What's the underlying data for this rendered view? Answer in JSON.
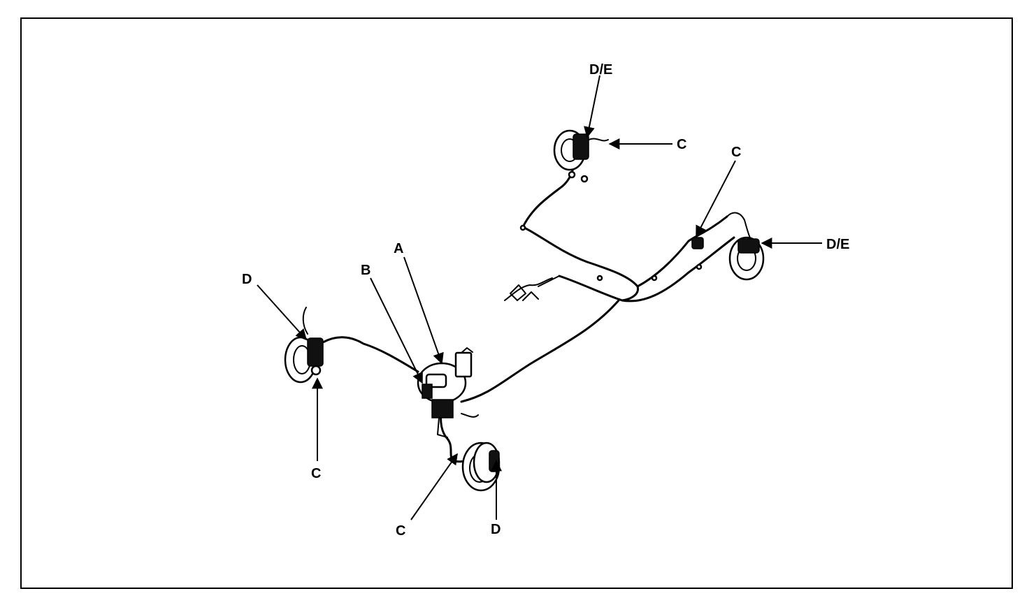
{
  "callouts": {
    "a": "A",
    "b": "B",
    "c_front_left": "C",
    "d_front_left": "D",
    "c_front_right": "C",
    "d_front_right": "D",
    "de_rear_left": "D/E",
    "c_rear_left": "C",
    "c_rear_right": "C",
    "de_rear_right": "D/E"
  }
}
